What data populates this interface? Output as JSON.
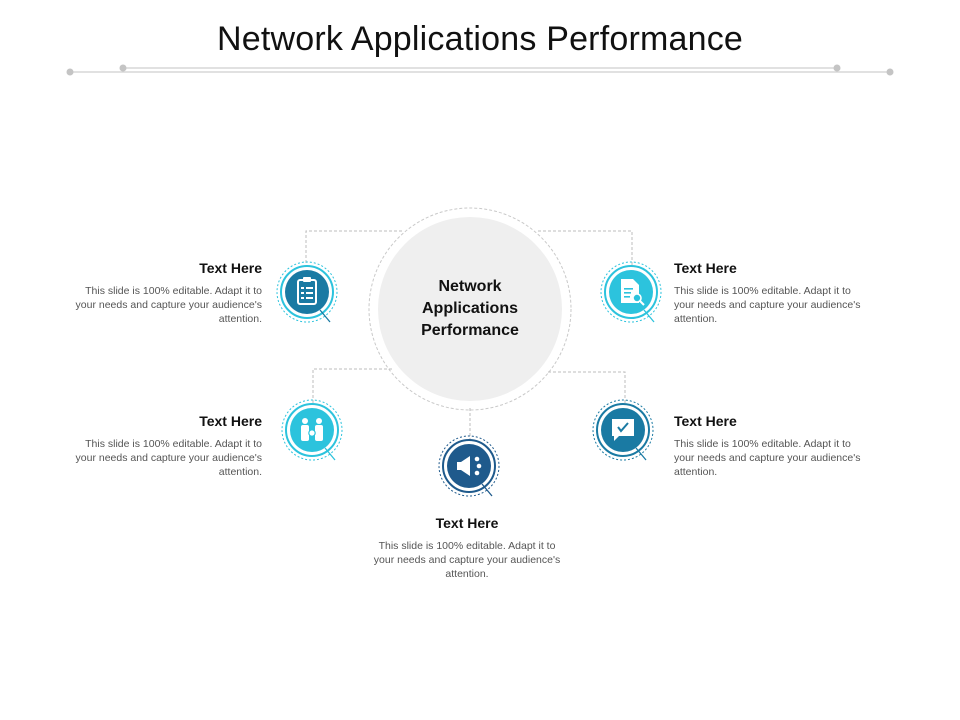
{
  "title": "Network Applications Performance",
  "center": {
    "label": "Network Applications Performance"
  },
  "items": [
    {
      "heading": "Text Here",
      "body": "This slide is 100% editable. Adapt it to your needs and capture your audience's attention.",
      "icon": "clipboard-list-icon"
    },
    {
      "heading": "Text Here",
      "body": "This slide is 100% editable. Adapt it to your needs and capture your audience's attention.",
      "icon": "document-search-icon"
    },
    {
      "heading": "Text Here",
      "body": "This slide is 100% editable. Adapt it to your needs and capture your audience's attention.",
      "icon": "people-group-icon"
    },
    {
      "heading": "Text Here",
      "body": "This slide is 100% editable. Adapt it to your needs and capture your audience's attention.",
      "icon": "checkbox-chat-icon"
    },
    {
      "heading": "Text Here",
      "body": "This slide is 100% editable. Adapt it to your needs and capture your audience's attention.",
      "icon": "megaphone-icon"
    }
  ],
  "colors": {
    "teal_dark": "#1a7aa3",
    "teal_light": "#2cc3dd",
    "navy": "#1f5a8c",
    "center_fill": "#efefef",
    "connector": "#bdbdbd"
  }
}
